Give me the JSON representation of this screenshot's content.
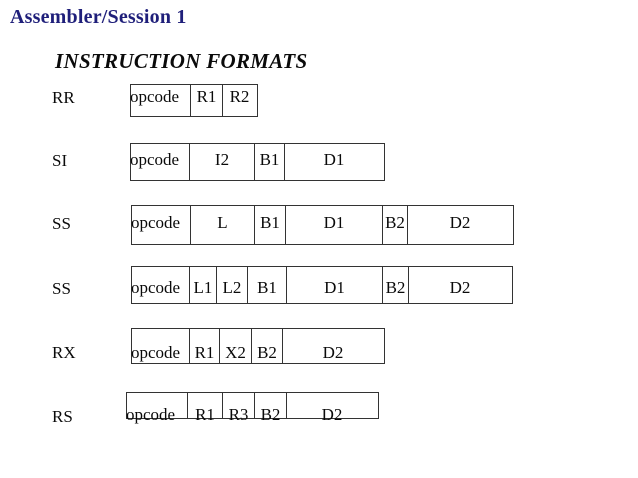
{
  "title": "Assembler/Session 1",
  "heading": "INSTRUCTION FORMATS",
  "colors": {
    "title_text": "#1f1f7a",
    "body_text": "#0a0a0a",
    "box_border": "#333333",
    "background": "#ffffff"
  },
  "rows": [
    {
      "label": "RR",
      "cells": [
        "opcode",
        "R1",
        "R2"
      ]
    },
    {
      "label": "SI",
      "cells": [
        "opcode",
        "I2",
        "B1",
        "D1"
      ]
    },
    {
      "label": "SS",
      "cells": [
        "opcode",
        "L",
        "B1",
        "D1",
        "B2",
        "D2"
      ]
    },
    {
      "label": "SS",
      "cells": [
        "opcode",
        "L1",
        "L2",
        "B1",
        "D1",
        "B2",
        "D2"
      ]
    },
    {
      "label": "RX",
      "cells": [
        "opcode",
        "R1",
        "X2",
        "B2",
        "D2"
      ]
    },
    {
      "label": "RS",
      "cells": [
        "opcode",
        "R1",
        "R3",
        "B2",
        "D2"
      ]
    }
  ]
}
